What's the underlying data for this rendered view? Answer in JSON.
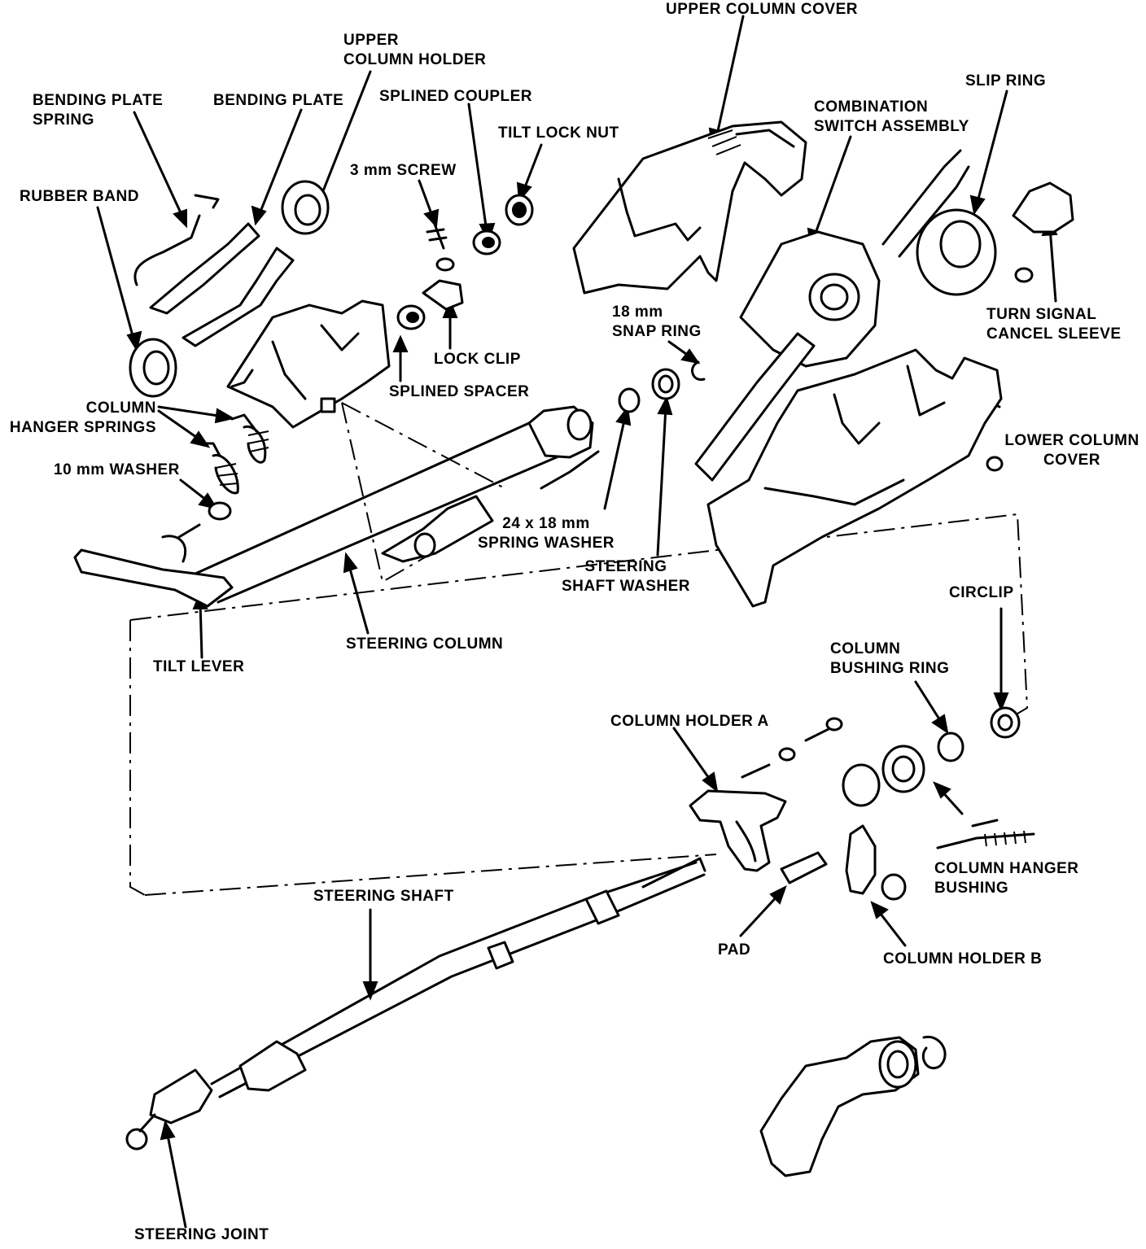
{
  "labels": {
    "upper_column_cover": "UPPER COLUMN COVER",
    "upper_column_holder": [
      "UPPER",
      "COLUMN HOLDER"
    ],
    "bending_plate_spring": [
      "BENDING PLATE",
      "SPRING"
    ],
    "bending_plate": "BENDING PLATE",
    "splined_coupler": "SPLINED COUPLER",
    "tilt_lock_nut": "TILT LOCK NUT",
    "screw_3mm": "3 mm SCREW",
    "rubber_band": "RUBBER BAND",
    "combination_switch_assembly": [
      "COMBINATION",
      "SWITCH ASSEMBLY"
    ],
    "slip_ring": "SLIP RING",
    "snap_ring_18mm": [
      "18 mm",
      "SNAP RING"
    ],
    "turn_signal_cancel_sleeve": [
      "TURN SIGNAL",
      "CANCEL SLEEVE"
    ],
    "lock_clip": "LOCK CLIP",
    "splined_spacer": "SPLINED SPACER",
    "column_hanger_springs": [
      "COLUMN",
      "HANGER SPRINGS"
    ],
    "lower_column_cover": [
      "LOWER COLUMN",
      "COVER"
    ],
    "washer_10mm": "10 mm WASHER",
    "spring_washer": [
      "24 x 18 mm",
      "SPRING WASHER"
    ],
    "steering_shaft_washer": [
      "STEERING",
      "SHAFT WASHER"
    ],
    "circlip": "CIRCLIP",
    "tilt_lever": "TILT LEVER",
    "steering_column": "STEERING COLUMN",
    "column_bushing_ring": [
      "COLUMN",
      "BUSHING RING"
    ],
    "column_holder_a": "COLUMN HOLDER A",
    "column_hanger_bushing": [
      "COLUMN HANGER",
      "BUSHING"
    ],
    "steering_shaft": "STEERING SHAFT",
    "pad": "PAD",
    "column_holder_b": "COLUMN HOLDER B",
    "steering_joint": "STEERING JOINT"
  }
}
